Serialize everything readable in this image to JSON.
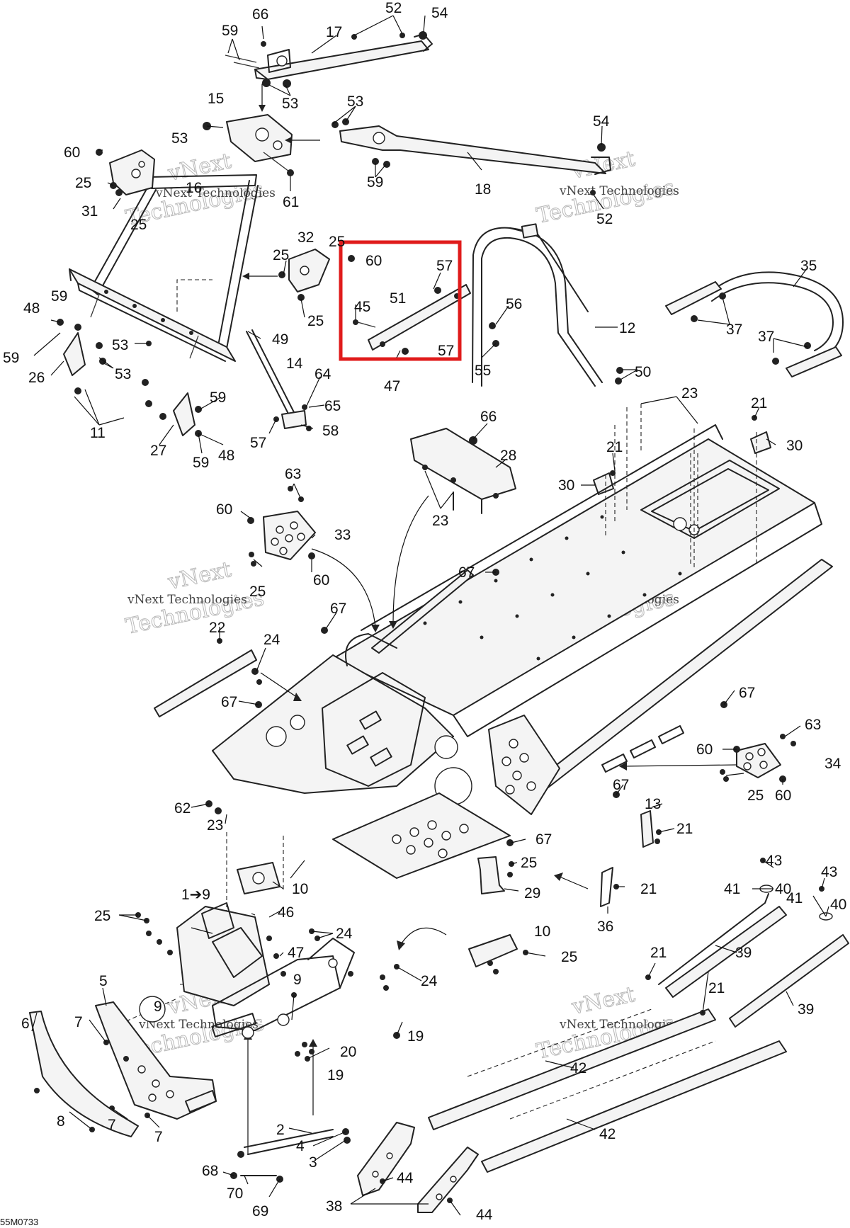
{
  "diagram": {
    "figure_code": "55M0733",
    "watermark": {
      "line1": "vNext",
      "line2": "Technologies",
      "small": "vNext Technologies"
    },
    "highlight_color": "#e01b1b",
    "callouts": [
      {
        "id": "c66a",
        "text": "66"
      },
      {
        "id": "c52a",
        "text": "52"
      },
      {
        "id": "c54a",
        "text": "54"
      },
      {
        "id": "c59a",
        "text": "59"
      },
      {
        "id": "c17",
        "text": "17"
      },
      {
        "id": "c53a",
        "text": "53"
      },
      {
        "id": "c15",
        "text": "15"
      },
      {
        "id": "c53b",
        "text": "53"
      },
      {
        "id": "c53c",
        "text": "53"
      },
      {
        "id": "c54b",
        "text": "54"
      },
      {
        "id": "c60a",
        "text": "60"
      },
      {
        "id": "c25a",
        "text": "25"
      },
      {
        "id": "c16",
        "text": "16"
      },
      {
        "id": "c31",
        "text": "31"
      },
      {
        "id": "c25b",
        "text": "25"
      },
      {
        "id": "c61",
        "text": "61"
      },
      {
        "id": "c59b",
        "text": "59"
      },
      {
        "id": "c18",
        "text": "18"
      },
      {
        "id": "c52b",
        "text": "52"
      },
      {
        "id": "c32",
        "text": "32"
      },
      {
        "id": "c25c",
        "text": "25"
      },
      {
        "id": "c25d",
        "text": "25"
      },
      {
        "id": "c25e",
        "text": "25"
      },
      {
        "id": "c60b",
        "text": "60"
      },
      {
        "id": "c57a",
        "text": "57"
      },
      {
        "id": "c51",
        "text": "51"
      },
      {
        "id": "c45",
        "text": "45"
      },
      {
        "id": "c57b",
        "text": "57"
      },
      {
        "id": "c47a",
        "text": "47"
      },
      {
        "id": "c56",
        "text": "56"
      },
      {
        "id": "c12",
        "text": "12"
      },
      {
        "id": "c55",
        "text": "55"
      },
      {
        "id": "c50",
        "text": "50"
      },
      {
        "id": "c35",
        "text": "35"
      },
      {
        "id": "c37a",
        "text": "37"
      },
      {
        "id": "c37b",
        "text": "37"
      },
      {
        "id": "c48a",
        "text": "48"
      },
      {
        "id": "c59c",
        "text": "59"
      },
      {
        "id": "c59d",
        "text": "59"
      },
      {
        "id": "c26",
        "text": "26"
      },
      {
        "id": "c53d",
        "text": "53"
      },
      {
        "id": "c53e",
        "text": "53"
      },
      {
        "id": "c49",
        "text": "49"
      },
      {
        "id": "c14",
        "text": "14"
      },
      {
        "id": "c64",
        "text": "64"
      },
      {
        "id": "c65",
        "text": "65"
      },
      {
        "id": "c59e",
        "text": "59"
      },
      {
        "id": "c11",
        "text": "11"
      },
      {
        "id": "c27",
        "text": "27"
      },
      {
        "id": "c59f",
        "text": "59"
      },
      {
        "id": "c48b",
        "text": "48"
      },
      {
        "id": "c57c",
        "text": "57"
      },
      {
        "id": "c58",
        "text": "58"
      },
      {
        "id": "c23a",
        "text": "23"
      },
      {
        "id": "c21a",
        "text": "21"
      },
      {
        "id": "c66b",
        "text": "66"
      },
      {
        "id": "c28",
        "text": "28"
      },
      {
        "id": "c21b",
        "text": "21"
      },
      {
        "id": "c30a",
        "text": "30"
      },
      {
        "id": "c30b",
        "text": "30"
      },
      {
        "id": "c23b",
        "text": "23"
      },
      {
        "id": "c63a",
        "text": "63"
      },
      {
        "id": "c60c",
        "text": "60"
      },
      {
        "id": "c33",
        "text": "33"
      },
      {
        "id": "c25f",
        "text": "25"
      },
      {
        "id": "c60d",
        "text": "60"
      },
      {
        "id": "c67a",
        "text": "67"
      },
      {
        "id": "c67b",
        "text": "67"
      },
      {
        "id": "c22",
        "text": "22"
      },
      {
        "id": "c24a",
        "text": "24"
      },
      {
        "id": "c67c",
        "text": "67"
      },
      {
        "id": "c67d",
        "text": "67"
      },
      {
        "id": "c63b",
        "text": "63"
      },
      {
        "id": "c60e",
        "text": "60"
      },
      {
        "id": "c34",
        "text": "34"
      },
      {
        "id": "c25g",
        "text": "25"
      },
      {
        "id": "c60f",
        "text": "60"
      },
      {
        "id": "c67e",
        "text": "67"
      },
      {
        "id": "c13",
        "text": "13"
      },
      {
        "id": "c21c",
        "text": "21"
      },
      {
        "id": "c62",
        "text": "62"
      },
      {
        "id": "c23c",
        "text": "23"
      },
      {
        "id": "c67f",
        "text": "67"
      },
      {
        "id": "c25h",
        "text": "25"
      },
      {
        "id": "c29",
        "text": "29"
      },
      {
        "id": "c10a",
        "text": "10"
      },
      {
        "id": "c21d",
        "text": "21"
      },
      {
        "id": "c36",
        "text": "36"
      },
      {
        "id": "c43a",
        "text": "43"
      },
      {
        "id": "c41a",
        "text": "41"
      },
      {
        "id": "c40a",
        "text": "40"
      },
      {
        "id": "c43b",
        "text": "43"
      },
      {
        "id": "c41b",
        "text": "41"
      },
      {
        "id": "c40b",
        "text": "40"
      },
      {
        "id": "c1to9",
        "text": "1➔9"
      },
      {
        "id": "c25i",
        "text": "25"
      },
      {
        "id": "c46",
        "text": "46"
      },
      {
        "id": "c24b",
        "text": "24"
      },
      {
        "id": "c10b",
        "text": "10"
      },
      {
        "id": "c25j",
        "text": "25"
      },
      {
        "id": "c47b",
        "text": "47"
      },
      {
        "id": "c39a",
        "text": "39"
      },
      {
        "id": "c21e",
        "text": "21"
      },
      {
        "id": "c24c",
        "text": "24"
      },
      {
        "id": "c5",
        "text": "5"
      },
      {
        "id": "c9a",
        "text": "9"
      },
      {
        "id": "c9b",
        "text": "9"
      },
      {
        "id": "c21f",
        "text": "21"
      },
      {
        "id": "c39b",
        "text": "39"
      },
      {
        "id": "c6",
        "text": "6"
      },
      {
        "id": "c7a",
        "text": "7"
      },
      {
        "id": "c19a",
        "text": "19"
      },
      {
        "id": "c20",
        "text": "20"
      },
      {
        "id": "c19b",
        "text": "19"
      },
      {
        "id": "c42a",
        "text": "42"
      },
      {
        "id": "c7b",
        "text": "7"
      },
      {
        "id": "c8",
        "text": "8"
      },
      {
        "id": "c7c",
        "text": "7"
      },
      {
        "id": "c42b",
        "text": "42"
      },
      {
        "id": "c2",
        "text": "2"
      },
      {
        "id": "c4",
        "text": "4"
      },
      {
        "id": "c3",
        "text": "3"
      },
      {
        "id": "c68",
        "text": "68"
      },
      {
        "id": "c70",
        "text": "70"
      },
      {
        "id": "c69",
        "text": "69"
      },
      {
        "id": "c44a",
        "text": "44"
      },
      {
        "id": "c44b",
        "text": "44"
      },
      {
        "id": "c38",
        "text": "38"
      }
    ]
  }
}
